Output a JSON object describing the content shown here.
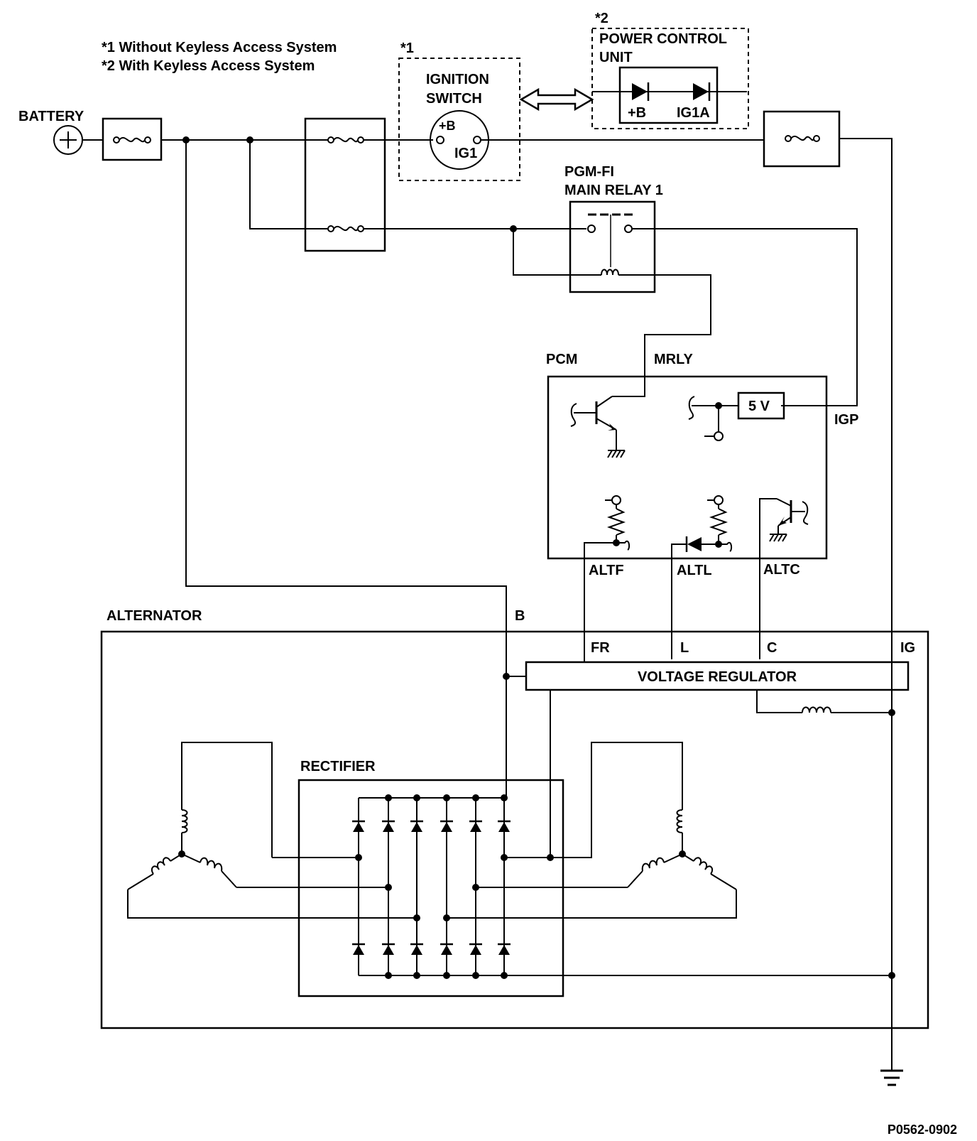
{
  "notes": {
    "note1": "*1 Without Keyless Access System",
    "note2": "*2 With Keyless Access System"
  },
  "battery": {
    "label": "BATTERY"
  },
  "ignition_switch": {
    "marker": "*1",
    "title_line1": "IGNITION",
    "title_line2": "SWITCH",
    "terminal_b": "+B",
    "terminal_ig1": "IG1"
  },
  "power_control_unit": {
    "marker": "*2",
    "title_line1": "POWER CONTROL",
    "title_line2": "UNIT",
    "terminal_b": "+B",
    "terminal_ig1a": "IG1A"
  },
  "main_relay": {
    "title_line1": "PGM-FI",
    "title_line2": "MAIN RELAY 1"
  },
  "pcm": {
    "label": "PCM",
    "mrly": "MRLY",
    "five_v": "5 V",
    "igp": "IGP",
    "altf": "ALTF",
    "altl": "ALTL",
    "altc": "ALTC"
  },
  "alternator": {
    "label": "ALTERNATOR",
    "terminal_b": "B",
    "terminal_fr": "FR",
    "terminal_l": "L",
    "terminal_c": "C",
    "terminal_ig": "IG",
    "voltage_regulator": "VOLTAGE REGULATOR",
    "rectifier": "RECTIFIER"
  },
  "figure_id": "P0562-0902"
}
